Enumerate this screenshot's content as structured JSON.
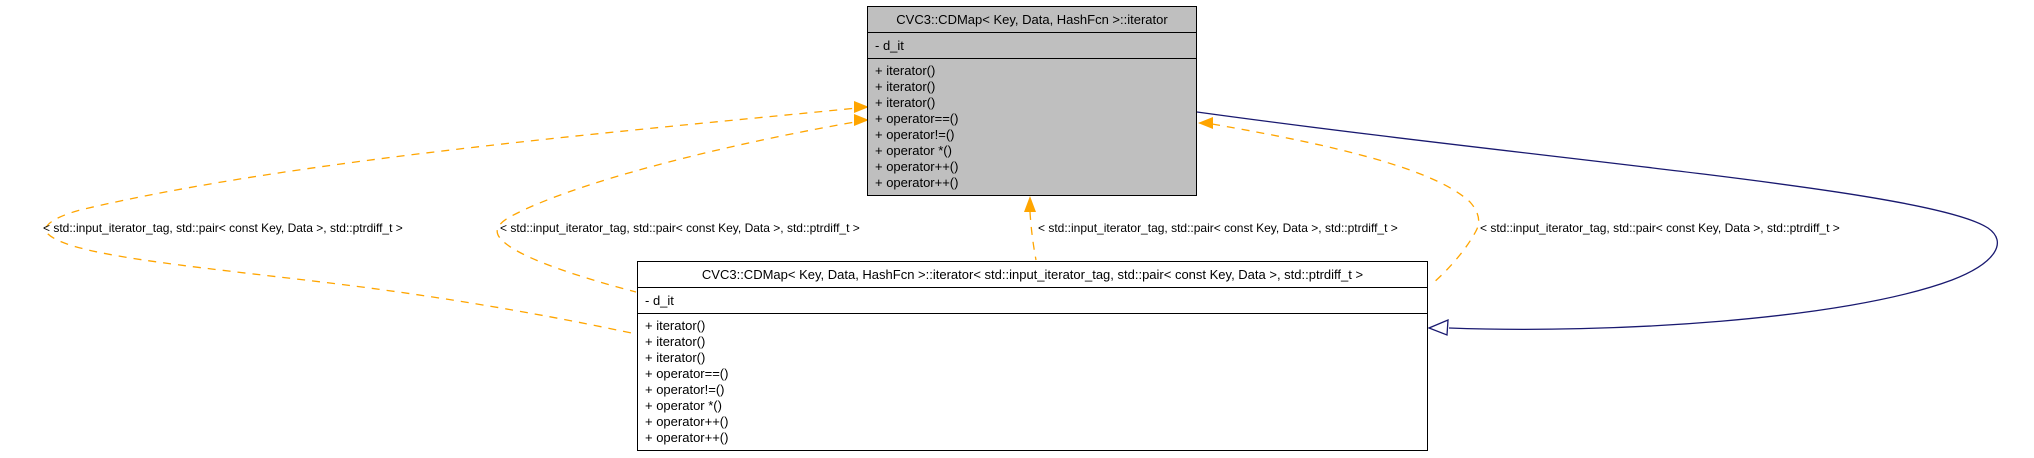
{
  "diagram": {
    "top_class": {
      "title": "CVC3::CDMap< Key, Data, HashFcn >::iterator",
      "attributes": [
        "- d_it"
      ],
      "methods": [
        "+ iterator()",
        "+ iterator()",
        "+ iterator()",
        "+ operator==()",
        "+ operator!=()",
        "+ operator *()",
        "+ operator++()",
        "+ operator++()"
      ]
    },
    "bottom_class": {
      "title": "CVC3::CDMap< Key, Data, HashFcn >::iterator< std::input_iterator_tag, std::pair< const Key, Data >, std::ptrdiff_t >",
      "attributes": [
        "- d_it"
      ],
      "methods": [
        "+ iterator()",
        "+ iterator()",
        "+ iterator()",
        "+ operator==()",
        "+ operator!=()",
        "+ operator *()",
        "+ operator++()",
        "+ operator++()"
      ]
    },
    "edge_labels": [
      "< std::input_iterator_tag, std::pair< const Key, Data >, std::ptrdiff_t >",
      "< std::input_iterator_tag, std::pair< const Key, Data >, std::ptrdiff_t >",
      "< std::input_iterator_tag, std::pair< const Key, Data >, std::ptrdiff_t >",
      "< std::input_iterator_tag, std::pair< const Key, Data >, std::ptrdiff_t >"
    ],
    "colors": {
      "template_edge": "#FFA500",
      "inheritance_edge": "#191970",
      "highlight_node_fill": "#BFBFBF",
      "node_border": "#000000"
    }
  }
}
